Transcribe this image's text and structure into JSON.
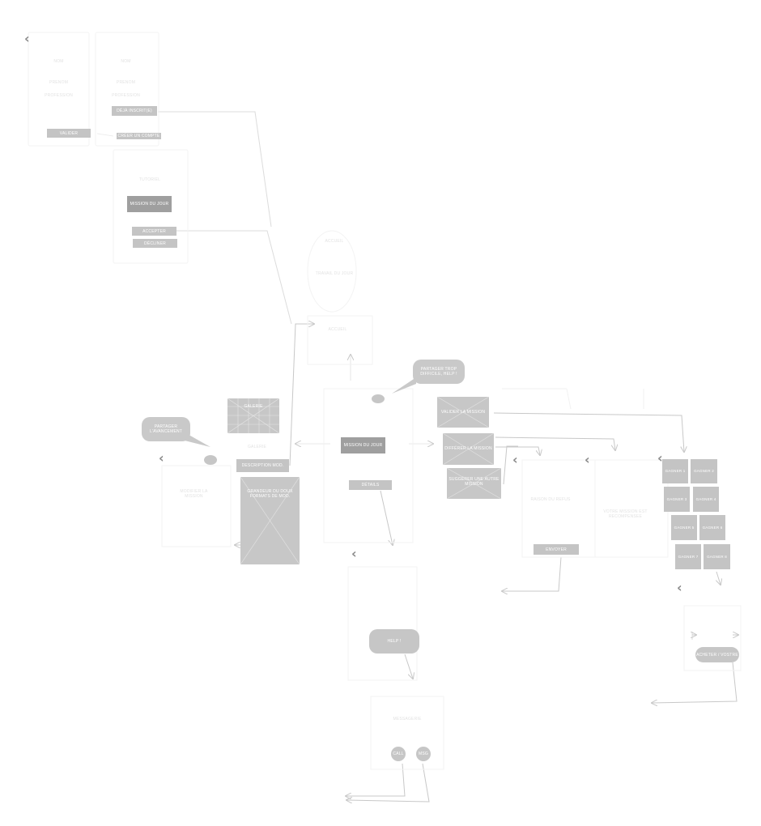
{
  "colors": {
    "button": "#c4c4c4",
    "button_dark": "#9f9f9f",
    "connector": "#cfcfcf",
    "back_arrow": "#8a8a8a"
  },
  "icons": [
    "chevron-left-icon",
    "placeholder-image-icon",
    "dot-icon"
  ],
  "login": {
    "ghost_lines": [
      "NOM",
      "PRENOM",
      "PROFESSION",
      "NOM",
      "PRENOM",
      "PROFESSION"
    ],
    "valider": "VALIDER",
    "deja_inscrit": "DÉJÀ INSCRIT(E)",
    "creer_compte": "CRÉER UN COMPTE",
    "ghost_mission": "TUTORIEL",
    "mission_du_jour": "MISSION DU JOUR",
    "accepter": "ACCEPTER",
    "declinee": "DÉCLINER"
  },
  "center": {
    "ghost_top": [
      "ACCUEIL",
      "TRAVAIL DU JOUR",
      "ACCUEIL"
    ],
    "mission_du_jour": "MISSION DU JOUR",
    "details": "DÉTAILS",
    "bubble_top": "PARTAGER TROP DIFFICILE, HELP !",
    "help": "HELP !",
    "call": "CALL",
    "msg": "MSG",
    "ghost_bottom": [
      "MESSAGERIE"
    ]
  },
  "left": {
    "bubble": "PARTAGER L'AVANCEMENT",
    "galerie": "GALERIE",
    "description": "DESCRIPTION MOD.",
    "big_box": "GRANDEUR DU DOUX FORMATS DE MOD.",
    "ghost_left": "MODIFIER LA MISSION"
  },
  "right": {
    "valider_mission": "VALIDER LA MISSION",
    "differer_mission": "DIFFÉRER LA MISSION",
    "suggerer_mission": "SUGGÉRER UNE AUTRE MISSION",
    "envoyer": "ENVOYER",
    "ghost": [
      "RAISON DU REFUS",
      "VOTRE MISSION EST RECOMPENSEE"
    ],
    "badges": [
      "GAGNER 1",
      "GAGNER 2",
      "GAGNER 3",
      "GAGNER 4",
      "GAGNER 5",
      "GAGNER 6",
      "GAGNER 7",
      "GAGNER 8"
    ],
    "acheter": "ACHETER / VOSTRE"
  }
}
